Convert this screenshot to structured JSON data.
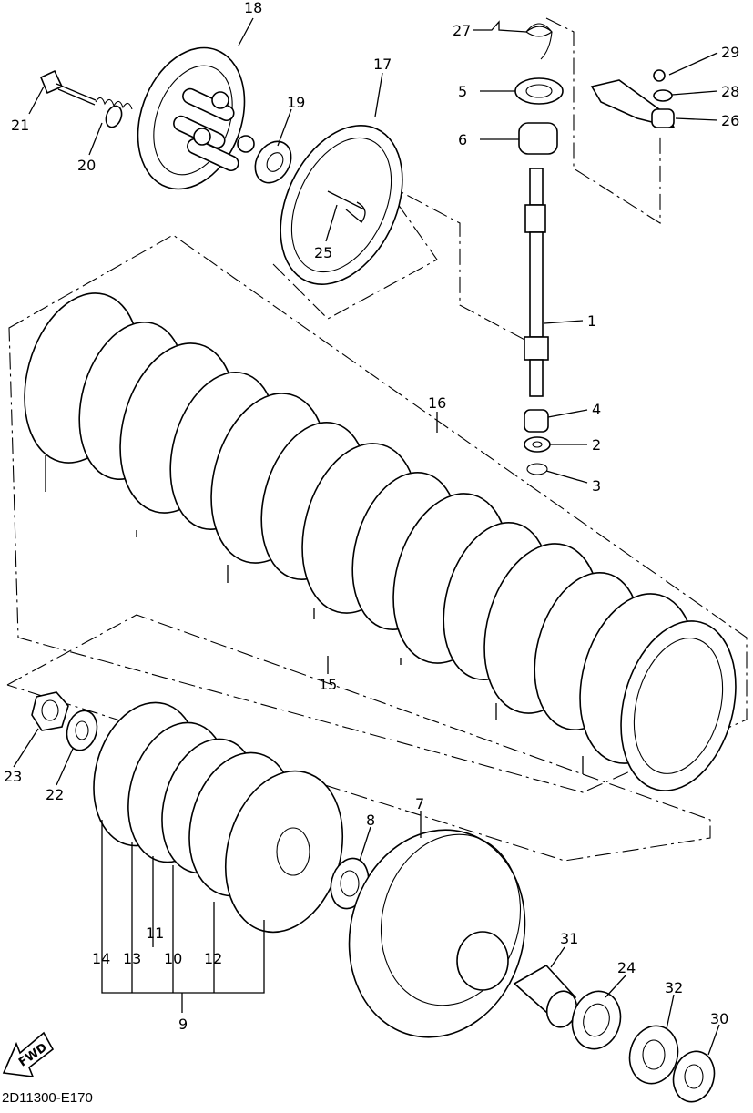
{
  "diagram": {
    "drawing_code": "2D11300-E170",
    "direction_label": "FWD",
    "callouts": [
      {
        "id": "c1",
        "label": "1"
      },
      {
        "id": "c2",
        "label": "2"
      },
      {
        "id": "c3",
        "label": "3"
      },
      {
        "id": "c4",
        "label": "4"
      },
      {
        "id": "c5",
        "label": "5"
      },
      {
        "id": "c6",
        "label": "6"
      },
      {
        "id": "c7",
        "label": "7"
      },
      {
        "id": "c8",
        "label": "8"
      },
      {
        "id": "c9",
        "label": "9"
      },
      {
        "id": "c10",
        "label": "10"
      },
      {
        "id": "c11",
        "label": "11"
      },
      {
        "id": "c12",
        "label": "12"
      },
      {
        "id": "c13",
        "label": "13"
      },
      {
        "id": "c14",
        "label": "14"
      },
      {
        "id": "c15",
        "label": "15"
      },
      {
        "id": "c16",
        "label": "16"
      },
      {
        "id": "c17",
        "label": "17"
      },
      {
        "id": "c18",
        "label": "18"
      },
      {
        "id": "c19",
        "label": "19"
      },
      {
        "id": "c20",
        "label": "20"
      },
      {
        "id": "c21",
        "label": "21"
      },
      {
        "id": "c22",
        "label": "22"
      },
      {
        "id": "c23",
        "label": "23"
      },
      {
        "id": "c24",
        "label": "24"
      },
      {
        "id": "c25",
        "label": "25"
      },
      {
        "id": "c26",
        "label": "26"
      },
      {
        "id": "c27",
        "label": "27"
      },
      {
        "id": "c28",
        "label": "28"
      },
      {
        "id": "c29",
        "label": "29"
      },
      {
        "id": "c30",
        "label": "30"
      },
      {
        "id": "c31",
        "label": "31"
      },
      {
        "id": "c32",
        "label": "32"
      }
    ]
  }
}
